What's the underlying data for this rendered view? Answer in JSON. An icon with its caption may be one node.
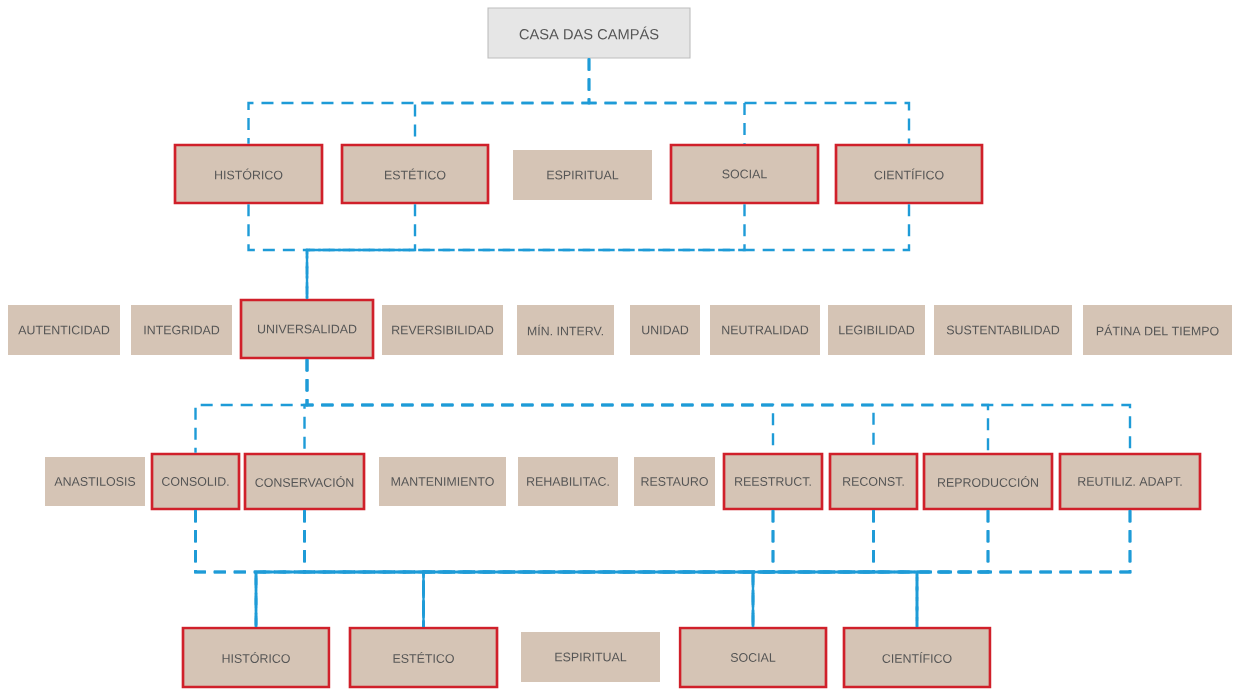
{
  "diagram": {
    "nodes": [
      {
        "text": [
          "CASA DAS CAMPÁS"
        ]
      },
      {
        "text": [
          "HISTÓRICO"
        ]
      },
      {
        "text": [
          "ESTÉTICO"
        ]
      },
      {
        "text": [
          "ESPIRITUAL"
        ]
      },
      {
        "text": [
          "SOCIAL"
        ]
      },
      {
        "text": [
          "CIENTÍFICO"
        ]
      },
      {
        "text": [
          "AUTENTICIDAD"
        ]
      },
      {
        "text": [
          "INTEGRIDAD"
        ]
      },
      {
        "text": [
          "UNIVERSALIDAD"
        ]
      },
      {
        "text": [
          "REVERSIBILIDAD"
        ]
      },
      {
        "text": [
          "MÍN. INTERV."
        ]
      },
      {
        "text": [
          "UNIDAD"
        ]
      },
      {
        "text": [
          "NEUTRALIDAD"
        ]
      },
      {
        "text": [
          "LEGIBILIDAD"
        ]
      },
      {
        "text": [
          "SUSTENTABILIDAD"
        ]
      },
      {
        "text": [
          "PÁTINA DEL TIEMPO"
        ]
      },
      {
        "text": [
          "ANASTILOSIS"
        ]
      },
      {
        "text": [
          "CONSOLID."
        ]
      },
      {
        "text": [
          "CONSERVACIÓN"
        ]
      },
      {
        "text": [
          "MANTENIMIENTO"
        ]
      },
      {
        "text": [
          "REHABILITAC."
        ]
      },
      {
        "text": [
          "RESTAURO"
        ]
      },
      {
        "text": [
          "REESTRUCT."
        ]
      },
      {
        "text": [
          "RECONST."
        ]
      },
      {
        "text": [
          "REPRODUCCIÓN"
        ]
      },
      {
        "text": [
          "REUTILIZ. ADAPT."
        ]
      },
      {
        "text": [
          "HISTÓRICO"
        ]
      },
      {
        "text": [
          "ESTÉTICO"
        ]
      },
      {
        "text": [
          "ESPIRITUAL"
        ]
      },
      {
        "text": [
          "SOCIAL"
        ]
      },
      {
        "text": [
          "CIENTÍFICO"
        ]
      }
    ],
    "edges": [
      {
        "from": 0,
        "to": 1,
        "arrow": "none",
        "style": "dashed"
      },
      {
        "from": 0,
        "to": 2,
        "arrow": "none",
        "style": "dashed"
      },
      {
        "from": 0,
        "to": 4,
        "arrow": "none",
        "style": "dashed"
      },
      {
        "from": 0,
        "to": 5,
        "arrow": "none",
        "style": "dashed"
      },
      {
        "from": 1,
        "to": 8,
        "arrow": "none",
        "style": "dashed"
      },
      {
        "from": 2,
        "to": 8,
        "arrow": "none",
        "style": "dashed"
      },
      {
        "from": 4,
        "to": 8,
        "arrow": "none",
        "style": "dashed"
      },
      {
        "from": 5,
        "to": 8,
        "arrow": "none",
        "style": "dashed"
      },
      {
        "from": 8,
        "to": 17,
        "arrow": "none",
        "style": "dashed"
      },
      {
        "from": 8,
        "to": 18,
        "arrow": "none",
        "style": "dashed"
      },
      {
        "from": 8,
        "to": 22,
        "arrow": "none",
        "style": "dashed"
      },
      {
        "from": 8,
        "to": 23,
        "arrow": "none",
        "style": "dashed"
      },
      {
        "from": 8,
        "to": 24,
        "arrow": "none",
        "style": "dashed"
      },
      {
        "from": 8,
        "to": 25,
        "arrow": "none",
        "style": "dashed"
      },
      {
        "from": 17,
        "to": 26,
        "arrow": "none",
        "style": "dashed"
      },
      {
        "from": 17,
        "to": 27,
        "arrow": "none",
        "style": "dashed"
      },
      {
        "from": 17,
        "to": 29,
        "arrow": "none",
        "style": "dashed"
      },
      {
        "from": 17,
        "to": 30,
        "arrow": "none",
        "style": "dashed"
      },
      {
        "from": 18,
        "to": 26,
        "arrow": "none",
        "style": "dashed"
      },
      {
        "from": 18,
        "to": 27,
        "arrow": "none",
        "style": "dashed"
      },
      {
        "from": 18,
        "to": 29,
        "arrow": "none",
        "style": "dashed"
      },
      {
        "from": 18,
        "to": 30,
        "arrow": "none",
        "style": "dashed"
      },
      {
        "from": 22,
        "to": 26,
        "arrow": "none",
        "style": "dashed"
      },
      {
        "from": 22,
        "to": 27,
        "arrow": "none",
        "style": "dashed"
      },
      {
        "from": 22,
        "to": 29,
        "arrow": "none",
        "style": "dashed"
      },
      {
        "from": 22,
        "to": 30,
        "arrow": "none",
        "style": "dashed"
      },
      {
        "from": 23,
        "to": 26,
        "arrow": "none",
        "style": "dashed"
      },
      {
        "from": 23,
        "to": 27,
        "arrow": "none",
        "style": "dashed"
      },
      {
        "from": 23,
        "to": 29,
        "arrow": "none",
        "style": "dashed"
      },
      {
        "from": 23,
        "to": 30,
        "arrow": "none",
        "style": "dashed"
      },
      {
        "from": 24,
        "to": 26,
        "arrow": "none",
        "style": "dashed"
      },
      {
        "from": 24,
        "to": 27,
        "arrow": "none",
        "style": "dashed"
      },
      {
        "from": 24,
        "to": 29,
        "arrow": "none",
        "style": "dashed"
      },
      {
        "from": 24,
        "to": 30,
        "arrow": "none",
        "style": "dashed"
      },
      {
        "from": 25,
        "to": 26,
        "arrow": "none",
        "style": "dashed"
      },
      {
        "from": 25,
        "to": 27,
        "arrow": "none",
        "style": "dashed"
      },
      {
        "from": 25,
        "to": 29,
        "arrow": "none",
        "style": "dashed"
      },
      {
        "from": 25,
        "to": 30,
        "arrow": "none",
        "style": "dashed"
      }
    ]
  }
}
